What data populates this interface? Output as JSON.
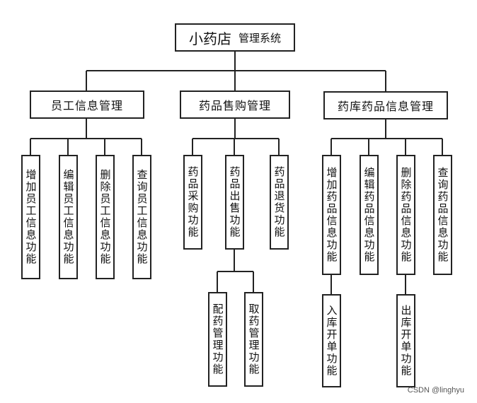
{
  "root": {
    "title_main": "小药店",
    "title_sub": "管理系统"
  },
  "branches": [
    {
      "label": "员工信息管理",
      "children": [
        "增加员工信息功能",
        "编辑员工信息功能",
        "删除员工信息功能",
        "查询员工信息功能"
      ]
    },
    {
      "label": "药品售购管理",
      "children": [
        "药品采购功能",
        "药品出售功能",
        "药品退货功能"
      ],
      "sub": [
        "配药管理功能",
        "取药管理功能"
      ]
    },
    {
      "label": "药库药品信息管理",
      "children": [
        "增加药品信息功能",
        "编辑药品信息功能",
        "删除药品信息功能",
        "查询药品信息功能"
      ],
      "sub_left": "入库开单功能",
      "sub_right": "出库开单功能"
    }
  ],
  "watermark": "CSDN @linghyu"
}
